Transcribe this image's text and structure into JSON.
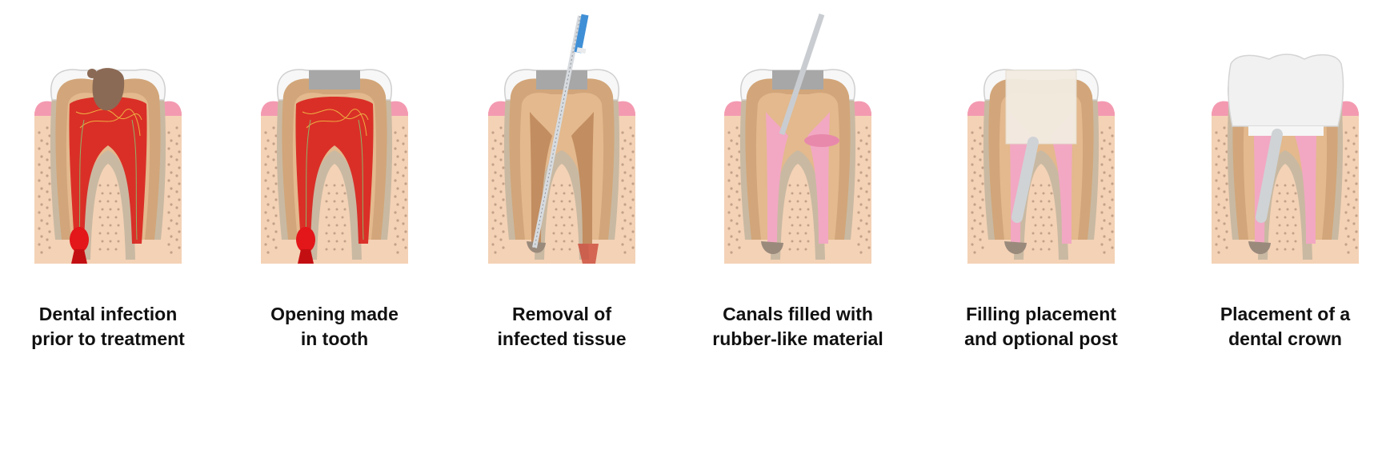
{
  "steps": [
    {
      "caption": [
        "Dental infection",
        "prior to treatment"
      ],
      "stage": "infection"
    },
    {
      "caption": [
        "Opening made",
        "in tooth"
      ],
      "stage": "opening"
    },
    {
      "caption": [
        "Removal of",
        "infected tissue"
      ],
      "stage": "removal"
    },
    {
      "caption": [
        "Canals filled with",
        "rubber-like material"
      ],
      "stage": "filling-canals"
    },
    {
      "caption": [
        "Filling placement",
        "and optional post"
      ],
      "stage": "filling-post"
    },
    {
      "caption": [
        "Placement of a",
        "dental crown"
      ],
      "stage": "crown"
    }
  ],
  "colors": {
    "bone": "#f4d2b6",
    "gum": "#f39ab1",
    "enamel": "#f7f7f7",
    "dentin": "#e3b98d",
    "pulp_infected": "#d8201c",
    "canal_filled": "#f2a8c2",
    "filling": "#f3ece2",
    "post": "#cfd3d6",
    "crown": "#f1f1f1",
    "instrument_handle": "#3f8fd6",
    "decay": "#8b6a55"
  }
}
